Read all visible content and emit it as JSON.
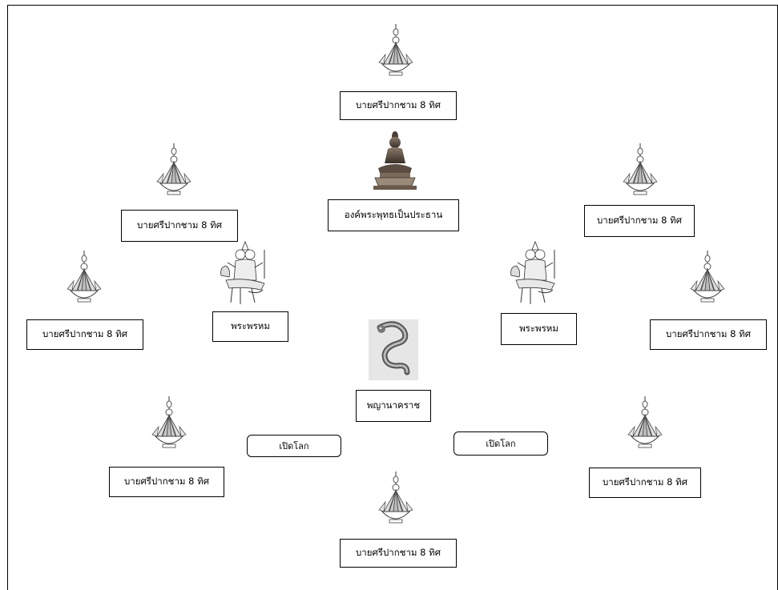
{
  "diagram": {
    "center": {
      "buddha_label": "องค์พระพุทธเป็นประธาน",
      "naga_label": "พญานาคราช"
    },
    "brahma_left_label": "พระพรหม",
    "brahma_right_label": "พระพรหม",
    "open_world_left_label": "เปิดโลก",
    "open_world_right_label": "เปิดโลก",
    "baisri_labels": {
      "top": "บายศรีปากชาม 8 ทิศ",
      "upper_left": "บายศรีปากชาม 8 ทิศ",
      "upper_right": "บายศรีปากชาม 8 ทิศ",
      "left": "บายศรีปากชาม 8 ทิศ",
      "right": "บายศรีปากชาม 8 ทิศ",
      "lower_left": "บายศรีปากชาม 8 ทิศ",
      "lower_right": "บายศรีปากชาม 8 ทิศ",
      "bottom": "บายศรีปากชาม 8 ทิศ"
    }
  }
}
